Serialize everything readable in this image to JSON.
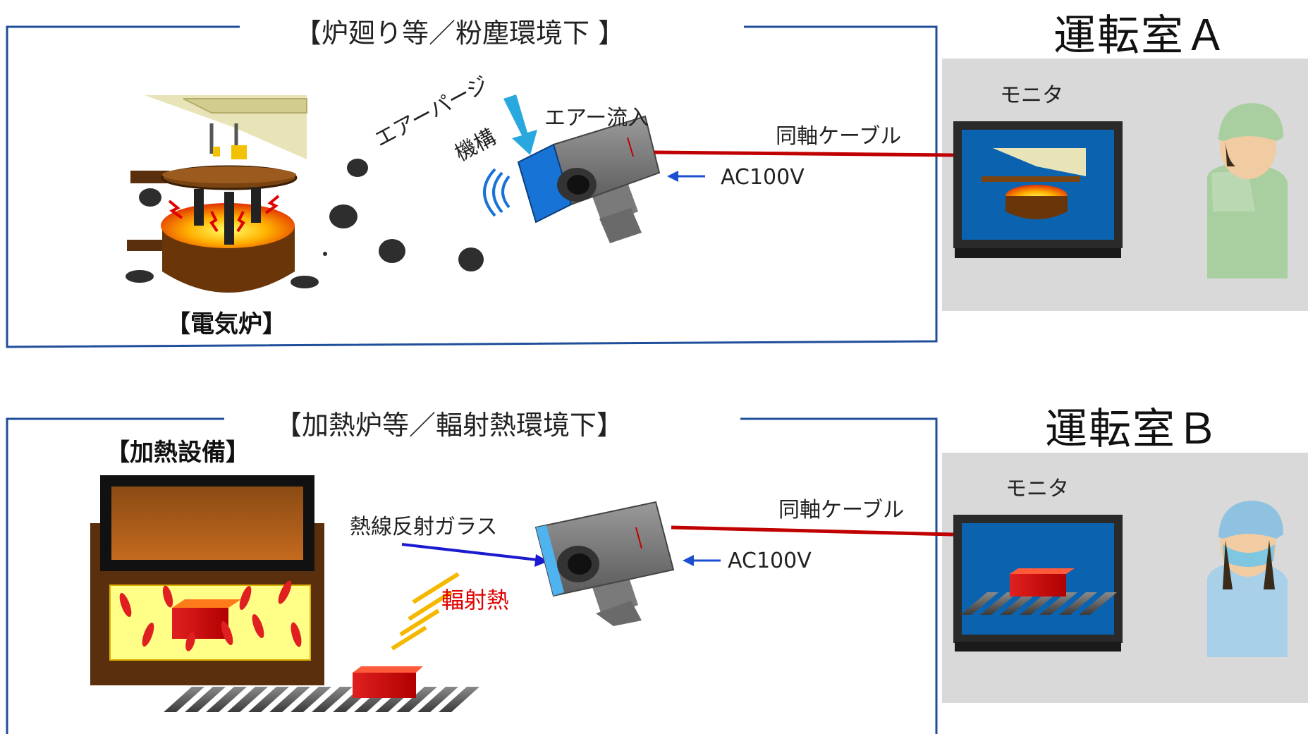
{
  "section_a": {
    "panel_title": "【炉廻り等／粉塵環境下 】",
    "room_title": "運転室Ａ",
    "equipment_label": "【電気炉】",
    "air_purge_line1": "エアーパージ",
    "air_purge_line2": "機構",
    "air_inflow": "エアー流入",
    "cable": "同軸ケーブル",
    "power": "AC100V",
    "monitor": "モニタ"
  },
  "section_b": {
    "panel_title": "【加熱炉等／輻射熱環境下】",
    "room_title": "運転室Ｂ",
    "equipment_label": "【加熱設備】",
    "glass": "熱線反射ガラス",
    "radiant_heat": "輻射熱",
    "cable": "同軸ケーブル",
    "power": "AC100V",
    "monitor": "モニタ"
  },
  "colors": {
    "frame_blue": "#1f4e9a",
    "cable_red": "#c00000",
    "arrow_blue": "#1a4fd0",
    "air_arrow": "#29a8e0",
    "room_gray": "#d9d9d9",
    "monitor_screen": "#0b63b0",
    "heat_red": "#e00000",
    "heat_yellow": "#f5b800"
  },
  "icons": [
    "camera-icon",
    "monitor-icon",
    "operator-icon",
    "furnace-icon",
    "crane-icon",
    "dust-icon",
    "roller-conveyor-icon"
  ]
}
